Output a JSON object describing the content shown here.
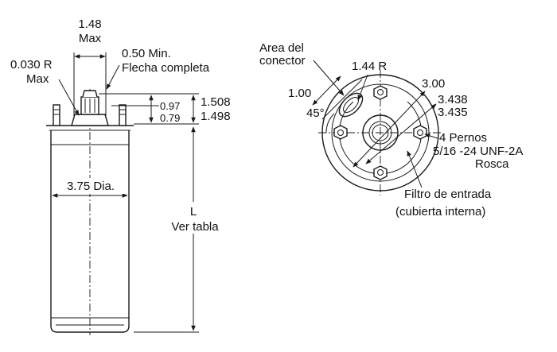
{
  "side_view": {
    "shaft_width": "1.48",
    "shaft_width_unit": "Max",
    "fillet_radius": "0.030 R",
    "fillet_radius_unit": "Max",
    "spline_min": "0.50 Min.",
    "spline_note": "Flecha completa",
    "dim_097": "0.97",
    "dim_079": "0.79",
    "dim_1508": "1.508",
    "dim_1498": "1.498",
    "diameter": "3.75 Dia.",
    "length_symbol": "L",
    "length_note": "Ver tabla"
  },
  "end_view": {
    "connector_area_line1": "Area del",
    "connector_area_line2": "conector",
    "radius": "1.44 R",
    "dim_100": "1.00",
    "angle": "45°",
    "dim_300": "3.00",
    "dim_3438": "3.438",
    "dim_3435": "3.435",
    "bolts_line1": "4 Pernos",
    "bolts_line2": "5/16 -24 UNF-2A",
    "bolts_line3": "Rosca",
    "filter_line1": "Filtro de entrada",
    "filter_line2": "(cubierta interna)"
  },
  "colors": {
    "ink": "#1a1a1a",
    "background": "#ffffff"
  }
}
